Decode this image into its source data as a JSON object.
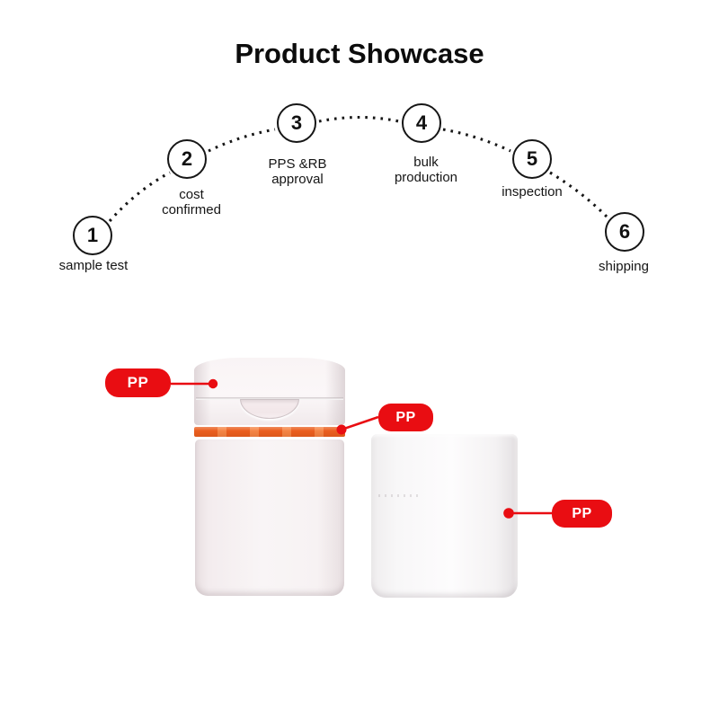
{
  "title": "Product Showcase",
  "flow": {
    "steps": [
      {
        "num": "1",
        "label": "sample test"
      },
      {
        "num": "2",
        "label": "cost\nconfirmed"
      },
      {
        "num": "3",
        "label": "PPS &RB\napproval"
      },
      {
        "num": "4",
        "label": "bulk\nproduction"
      },
      {
        "num": "5",
        "label": "inspection"
      },
      {
        "num": "6",
        "label": "shipping"
      }
    ]
  },
  "product": {
    "callouts": [
      {
        "label": "PP"
      },
      {
        "label": "PP"
      },
      {
        "label": "PP"
      }
    ]
  },
  "colors": {
    "callout_red": "#e90d12",
    "band_orange": "#ea5e1e",
    "line_black": "#161616"
  }
}
